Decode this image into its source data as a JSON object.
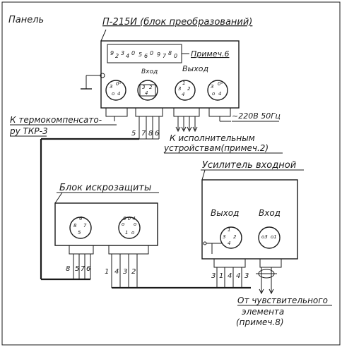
{
  "panel_label": "Панель",
  "converter": {
    "title": "П-215И (блок преобразований)",
    "note": "Примеч.6",
    "input_label": "Вход",
    "output_label": "Выход",
    "thermo_line1": "К термокомпенсато-",
    "thermo_line2": "ру ТКР-3",
    "actuators_line1": "К исполнительным",
    "actuators_line2": "устройствам(примеч.2)",
    "power_label": "~220В 50Гц",
    "wire_numbers": [
      "5",
      "7",
      "8",
      "6"
    ]
  },
  "spark_block": {
    "title": "Блок искрозащиты",
    "wire_numbers": [
      "8",
      "5",
      "7",
      "6",
      "1",
      "4",
      "3",
      "2"
    ]
  },
  "amplifier": {
    "title": "Усилитель входной",
    "output_label": "Выход",
    "input_label": "Вход",
    "wire_numbers": [
      "3",
      "1",
      "4",
      "4",
      "3"
    ]
  },
  "sensor": {
    "line1": "От чувствительного",
    "line2": "элемента",
    "line3": "(примеч.8)"
  }
}
